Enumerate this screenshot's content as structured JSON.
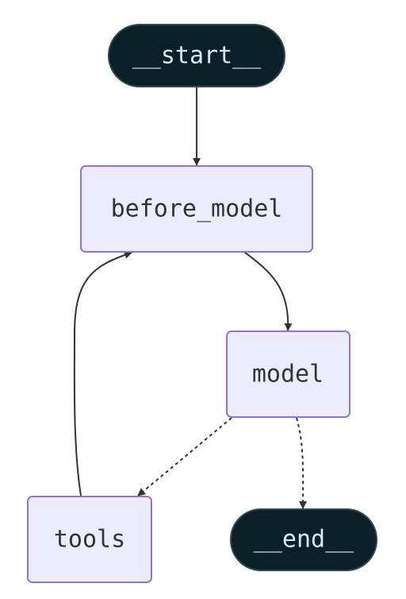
{
  "colors": {
    "terminal_fill": "#0b1f26",
    "terminal_stroke": "#2a4a55",
    "terminal_text": "#cfe9ff",
    "step_fill": "#ececff",
    "step_stroke": "#9370db",
    "step_text": "#333333",
    "edge": "#333333"
  },
  "nodes": {
    "start": {
      "label": "__start__",
      "kind": "terminal"
    },
    "before_model": {
      "label": "before_model",
      "kind": "step"
    },
    "model": {
      "label": "model",
      "kind": "step"
    },
    "tools": {
      "label": "tools",
      "kind": "step"
    },
    "end": {
      "label": "__end__",
      "kind": "terminal"
    }
  },
  "edges": [
    {
      "from": "start",
      "to": "before_model",
      "style": "solid"
    },
    {
      "from": "before_model",
      "to": "model",
      "style": "solid"
    },
    {
      "from": "model",
      "to": "tools",
      "style": "dashed"
    },
    {
      "from": "model",
      "to": "end",
      "style": "dashed"
    },
    {
      "from": "tools",
      "to": "before_model",
      "style": "solid"
    }
  ]
}
